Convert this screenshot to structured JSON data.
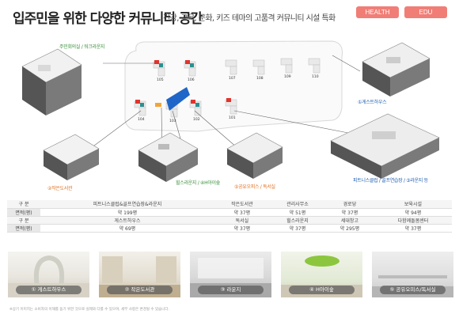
{
  "header": {
    "title": "입주민을 위한 다양한 커뮤니티 공간",
    "subtitle": "건강, 교육, 문화, 키즈 테마의 고품격 커뮤니티 시설 특화",
    "tabs": [
      "HEALTH",
      "EDU"
    ],
    "tab_color": "#f07e76"
  },
  "map": {
    "buildings": [
      "105",
      "106",
      "107",
      "108",
      "109",
      "110",
      "104",
      "103",
      "102",
      "101"
    ],
    "labels": {
      "resident_lounge": "주민회의실 / 워크라운지",
      "guest_house": "①게스트하우스",
      "small_library": "②작은도서관",
      "lounge": "힐스라운지 / ④H아이숲",
      "sharing_office": "⑤공유오피스 / 독서실",
      "fitness": "피트니스클럽 / 골프연습장 / ③라운지 등"
    }
  },
  "table": {
    "header_label": "구 분",
    "area_label": "면적(평)",
    "row1_names": [
      "피트니스클럽&골프연습장&라운지",
      "작은도서관",
      "관리사무소",
      "경로당",
      "보육시설"
    ],
    "row1_areas": [
      "약 199평",
      "약 37평",
      "약 51평",
      "약 37평",
      "약 94평"
    ],
    "row2_names": [
      "게스트하우스",
      "독서실",
      "힐스라운지",
      "세대창고",
      "다함께돌봄센터"
    ],
    "row2_areas": [
      "약 69평",
      "약 37평",
      "약 37평",
      "약 295평",
      "약 37평"
    ]
  },
  "photos": [
    "① 게스트하우스",
    "② 작은도서관",
    "③ 라운지",
    "④ H아이숲",
    "⑤ 공유오피스/독서실"
  ],
  "footnote": "※상기 이미지는 소비자의 이해를 돕기 위한 것으로 실제와 다를 수 있으며, 세부 사항은 변경될 수 있습니다."
}
